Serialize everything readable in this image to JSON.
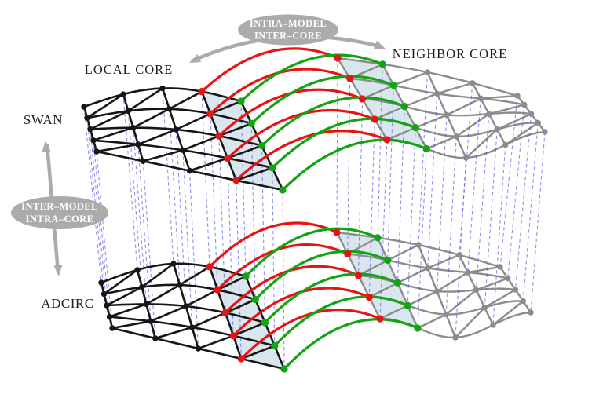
{
  "labels": {
    "swan": "SWAN",
    "adcirc": "ADCIRC",
    "local_core": "LOCAL CORE",
    "neighbor_core": "NEIGHBOR CORE"
  },
  "badges": {
    "intra_model": {
      "line1": "INTRA–MODEL",
      "line2": "INTER–CORE"
    },
    "inter_model": {
      "line1": "INTER–MODEL",
      "line2": "INTRA–CORE"
    }
  },
  "colors": {
    "background": "#ffffff",
    "local_mesh": "#161616",
    "neighbor_mesh": "#8c8c8c",
    "boundary_node_red": "#e81414",
    "ghost_node_green": "#12a412",
    "red_arc": "#e81414",
    "green_arc": "#12a412",
    "intra_core_link_blue": "#4b50e0",
    "ghost_strip": "#d6e3ec",
    "badge_fill": "#ababab",
    "badge_text": "#ffffff",
    "arrow": "#ababab",
    "label_text": "#1c1c1c"
  }
}
